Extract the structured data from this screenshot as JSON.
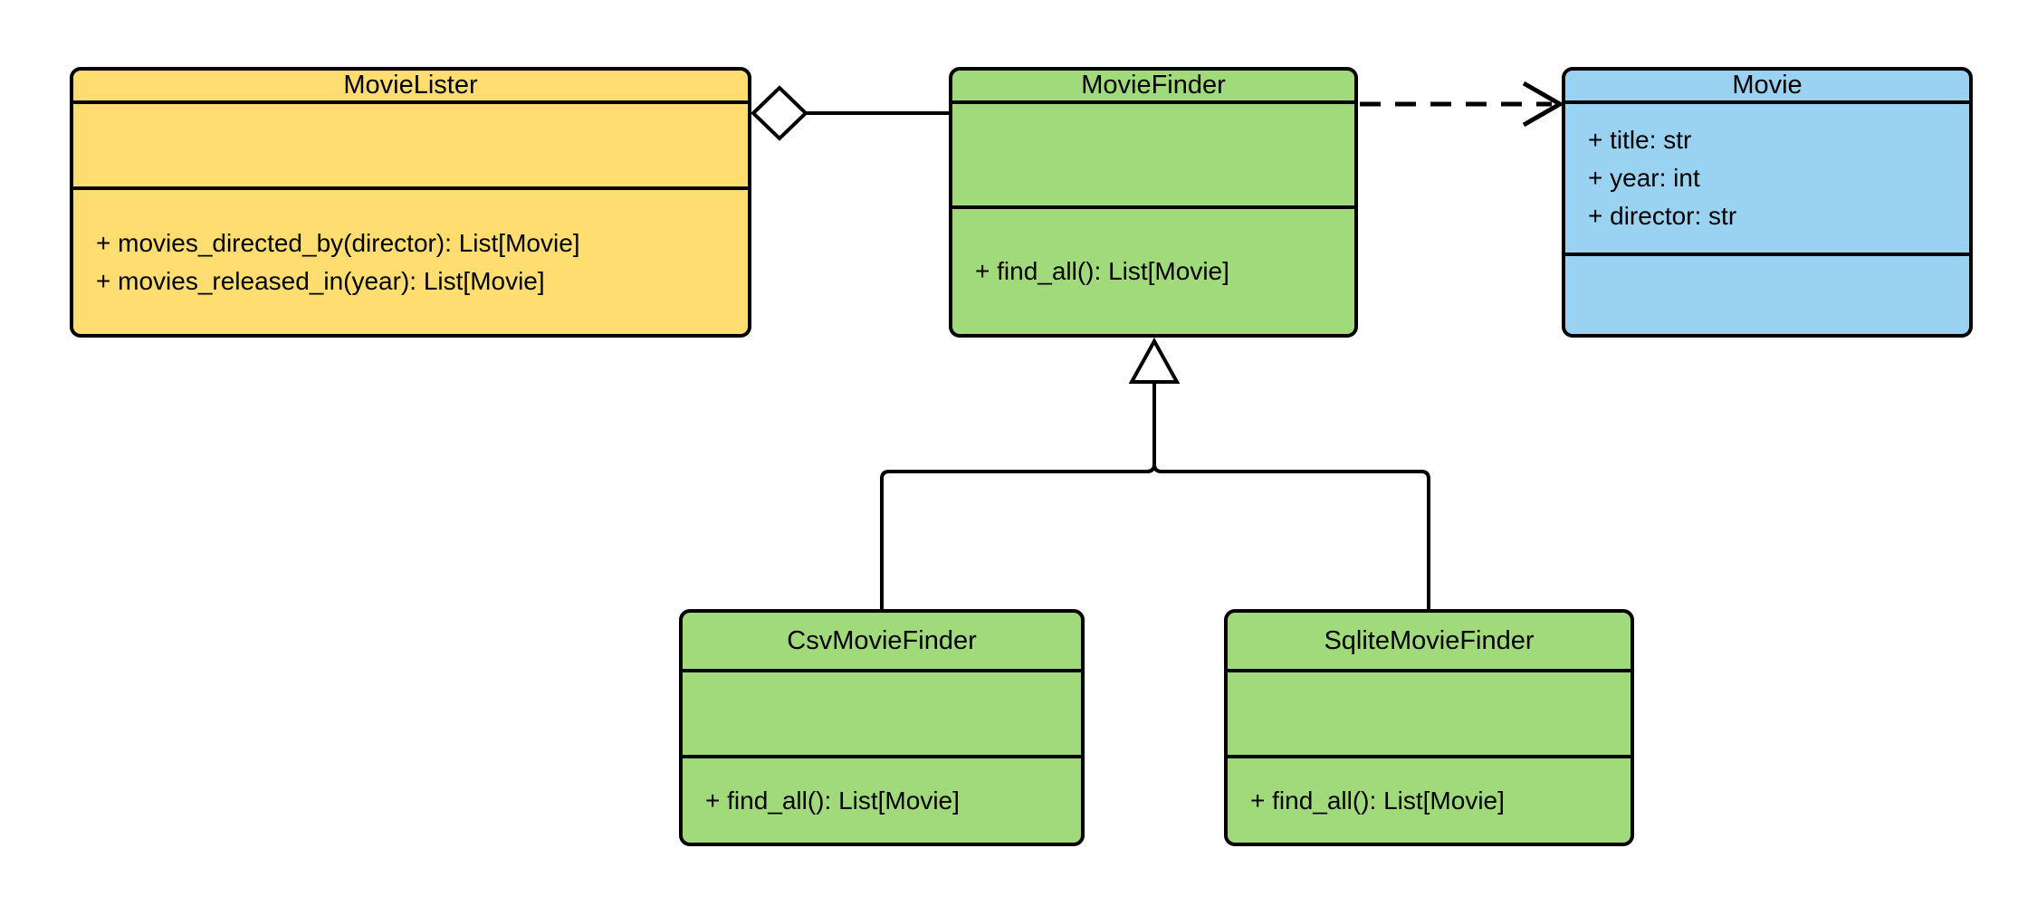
{
  "canvas": {
    "background": "#ffffff",
    "line_color": "#000000",
    "text_color": "#000000"
  },
  "classes": [
    {
      "name": "MovieLister",
      "fill": "#ffdd71",
      "attributes": [],
      "methods": [
        "+ movies_directed_by(director): List[Movie]",
        "+ movies_released_in(year): List[Movie]"
      ]
    },
    {
      "name": "MovieFinder",
      "fill": "#a1da7a",
      "attributes": [],
      "methods": [
        "+ find_all(): List[Movie]"
      ]
    },
    {
      "name": "Movie",
      "fill": "#9ad2f2",
      "attributes": [
        "+ title: str",
        "+ year: int",
        "+ director: str"
      ],
      "methods": []
    },
    {
      "name": "CsvMovieFinder",
      "fill": "#a1da7a",
      "attributes": [],
      "methods": [
        "+ find_all(): List[Movie]"
      ]
    },
    {
      "name": "SqliteMovieFinder",
      "fill": "#a1da7a",
      "attributes": [],
      "methods": [
        "+ find_all(): List[Movie]"
      ]
    }
  ],
  "relationships": [
    {
      "type": "aggregation",
      "from": "MovieLister",
      "to": "MovieFinder",
      "line": "solid",
      "marker": "hollow-diamond"
    },
    {
      "type": "dependency",
      "from": "MovieFinder",
      "to": "Movie",
      "line": "dashed",
      "marker": "open-arrow"
    },
    {
      "type": "inheritance",
      "from": "CsvMovieFinder",
      "to": "MovieFinder",
      "line": "solid",
      "marker": "hollow-triangle"
    },
    {
      "type": "inheritance",
      "from": "SqliteMovieFinder",
      "to": "MovieFinder",
      "line": "solid",
      "marker": "hollow-triangle"
    }
  ]
}
